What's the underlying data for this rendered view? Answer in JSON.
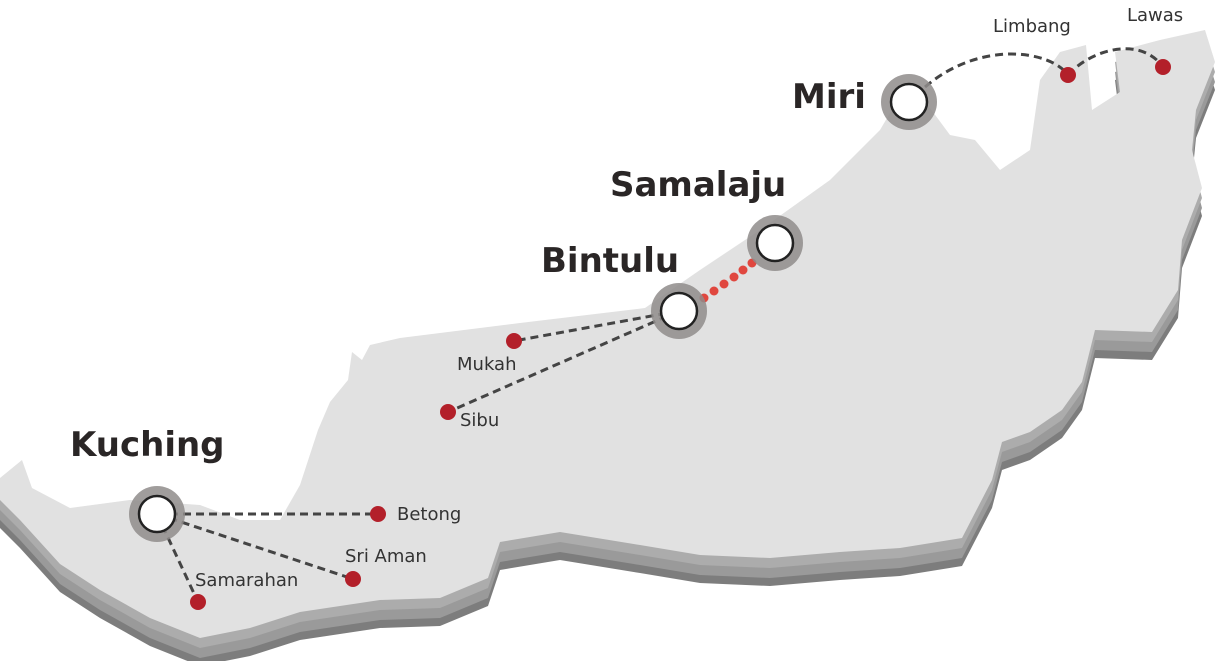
{
  "colors": {
    "land_top": "#e1e1e1",
    "land_side": "#9a9a9a",
    "land_side_dark": "#7d7d7d",
    "ring": "#8f8c8b",
    "dot": "#b3202a",
    "dotted_link": "#e0473f",
    "dash": "#444444"
  },
  "major_cities": [
    {
      "id": "miri",
      "name": "Miri"
    },
    {
      "id": "samalaju",
      "name": "Samalaju"
    },
    {
      "id": "bintulu",
      "name": "Bintulu"
    },
    {
      "id": "kuching",
      "name": "Kuching"
    }
  ],
  "minor_towns": [
    {
      "id": "limbang",
      "name": "Limbang"
    },
    {
      "id": "lawas",
      "name": "Lawas"
    },
    {
      "id": "mukah",
      "name": "Mukah"
    },
    {
      "id": "sibu",
      "name": "Sibu"
    },
    {
      "id": "betong",
      "name": "Betong"
    },
    {
      "id": "sri-aman",
      "name": "Sri Aman"
    },
    {
      "id": "samarahan",
      "name": "Samarahan"
    }
  ],
  "routes": [
    {
      "from": "Miri",
      "to": "Limbang",
      "style": "dashed"
    },
    {
      "from": "Limbang",
      "to": "Lawas",
      "style": "dashed"
    },
    {
      "from": "Bintulu",
      "to": "Samalaju",
      "style": "dotted"
    },
    {
      "from": "Bintulu",
      "to": "Mukah",
      "style": "dashed"
    },
    {
      "from": "Bintulu",
      "to": "Sibu",
      "style": "dashed"
    },
    {
      "from": "Kuching",
      "to": "Betong",
      "style": "dashed"
    },
    {
      "from": "Kuching",
      "to": "Sri Aman",
      "style": "dashed"
    },
    {
      "from": "Kuching",
      "to": "Samarahan",
      "style": "dashed"
    }
  ]
}
